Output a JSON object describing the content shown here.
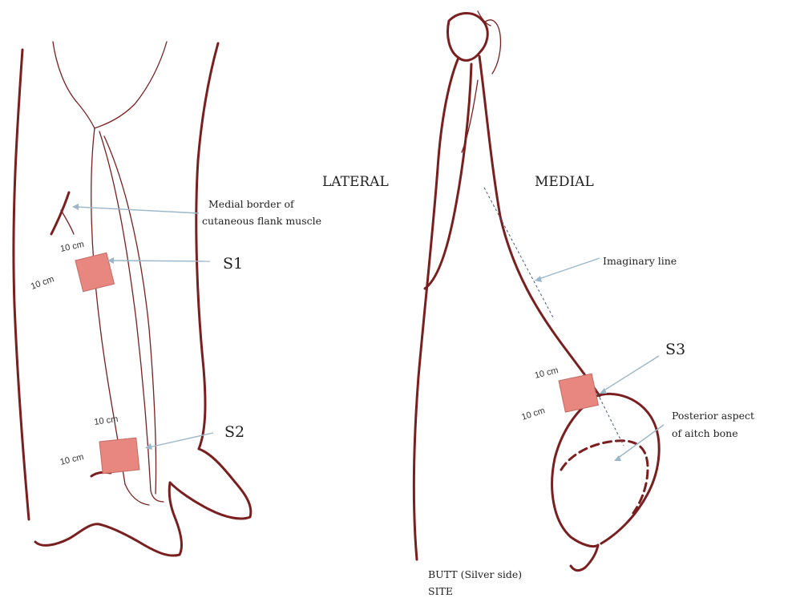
{
  "labels": {
    "lateral": "LATERAL",
    "medial": "MEDIAL",
    "s1": "S1",
    "s2": "S2",
    "s3": "S3",
    "medial_border_line1": "Medial border of",
    "medial_border_line2": "cutaneous flank muscle",
    "imaginary_line": "Imaginary line",
    "posterior_line1": "Posterior aspect",
    "posterior_line2": "of aitch bone",
    "butt_line1": "BUTT (Silver side)",
    "butt_line2": "SITE",
    "ten_cm": "10 cm"
  },
  "colors": {
    "outline": "#7a1f1f",
    "sample_square": "#e8877f",
    "pointer_line": "#9bb6c9"
  }
}
